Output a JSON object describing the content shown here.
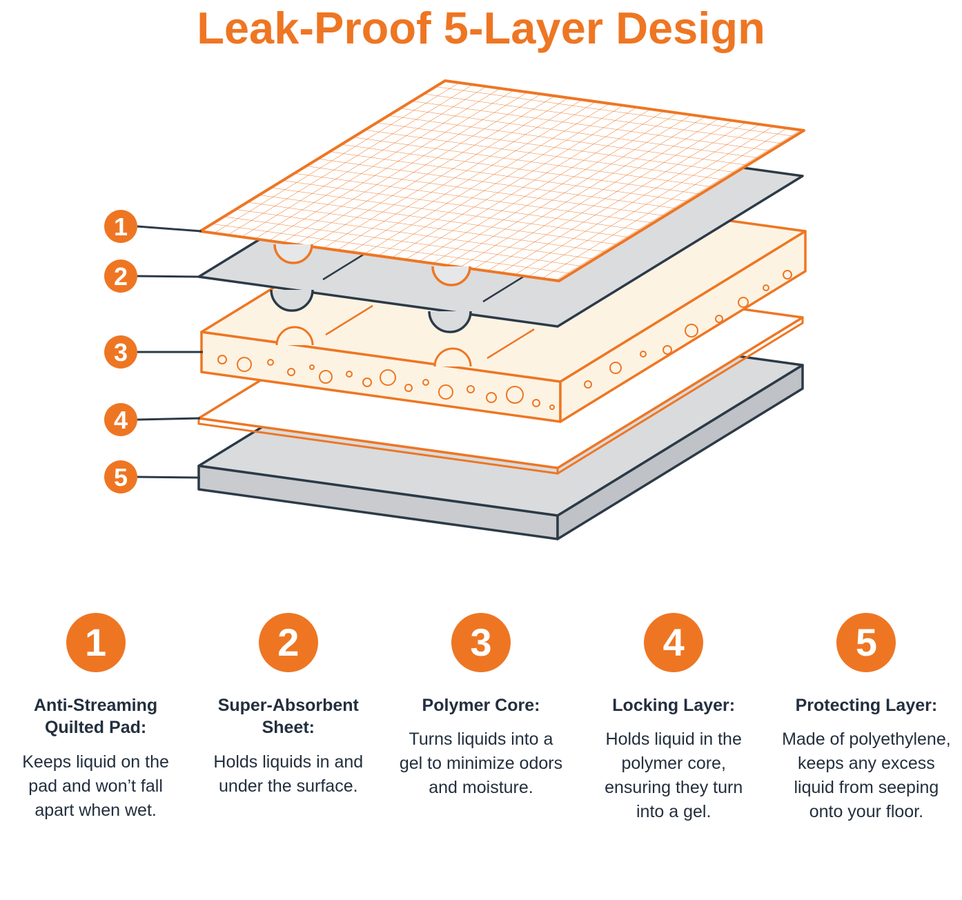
{
  "title": "Leak-Proof 5-Layer Design",
  "theme": {
    "accent_orange": "#EE7623",
    "ink_navy": "#232F3E",
    "layer_gray": "#DADCDE",
    "core_cream": "#FDF3E3"
  },
  "layers": [
    {
      "num": "1",
      "heading": "Anti-Streaming Quilted Pad:",
      "description": "Keeps liquid on the pad and won’t fall apart when wet."
    },
    {
      "num": "2",
      "heading": "Super-Absorbent Sheet:",
      "description": "Holds liquids in and under the surface."
    },
    {
      "num": "3",
      "heading": "Polymer Core:",
      "description": "Turns liquids into a gel to minimize odors and moisture."
    },
    {
      "num": "4",
      "heading": "Locking Layer:",
      "description": "Holds liquid in the polymer core, ensuring they turn into a gel."
    },
    {
      "num": "5",
      "heading": "Protecting Layer:",
      "description": "Made of polyethylene, keeps any excess liquid from seeping onto your floor."
    }
  ]
}
